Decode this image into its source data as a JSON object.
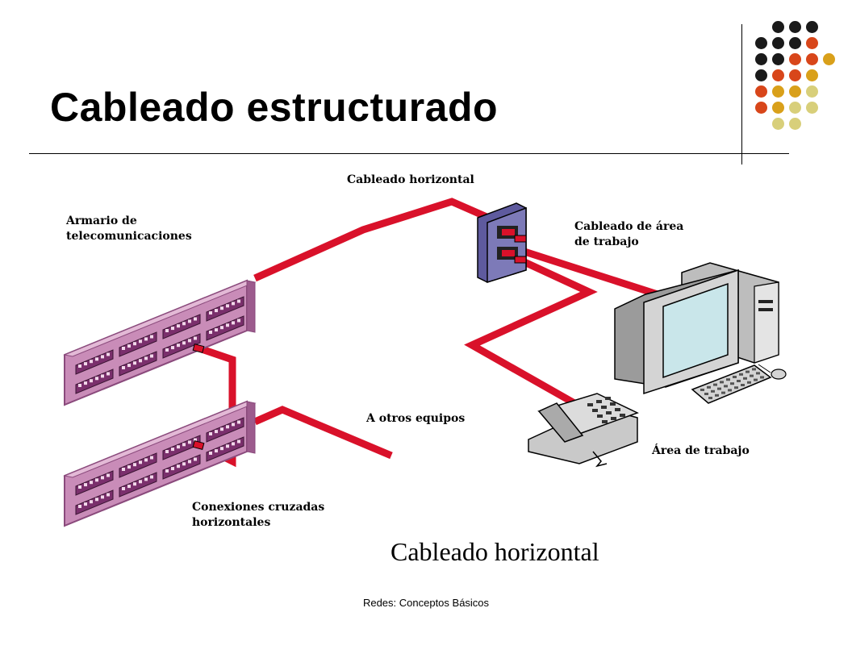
{
  "slide": {
    "title": "Cableado estructurado",
    "caption": "Cableado horizontal",
    "footer": "Redes: Conceptos Básicos"
  },
  "diagram": {
    "labels": {
      "horizontal_cabling": "Cableado horizontal",
      "telecom_closet": "Armario de\ntelecomunicaciones",
      "work_area_cabling": "Cableado de área\nde trabajo",
      "other_equipment": "A otros equipos",
      "work_area": "Área de trabajo",
      "cross_connections": "Conexiones cruzadas\nhorizontales"
    },
    "colors": {
      "cable": "#d9112a",
      "patch_panel": "#c98cb8",
      "patch_panel_edge": "#8a4a7c",
      "wall_outlet": "#7d7ab8",
      "equipment": "#d4d4d4",
      "screen": "#c9e6ea"
    }
  },
  "decoration": {
    "dot_colors": {
      "black": "#1a1a1a",
      "orange": "#d8461a",
      "gold": "#d9a01a",
      "khaki": "#d8cf7a"
    }
  }
}
